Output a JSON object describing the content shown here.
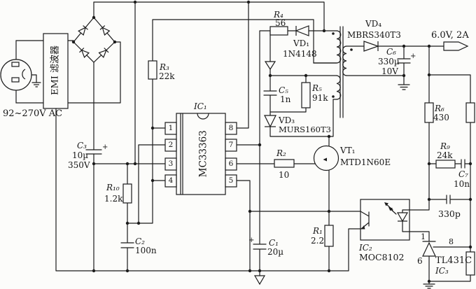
{
  "source": {
    "ac_input": "92~270V AC"
  },
  "emi_filter": {
    "label": "EMI 滤波器"
  },
  "ic1": {
    "ref": "IC₁",
    "part": "MC33363",
    "pins": [
      "1",
      "2",
      "3",
      "4",
      "5",
      "6",
      "7",
      "8"
    ]
  },
  "ic2": {
    "ref": "IC₂",
    "part": "MOC8102"
  },
  "ic3": {
    "ref": "IC₃",
    "part": "TL431C",
    "pin_cathode": "1",
    "pin_ref": "8",
    "pin_anode": "6"
  },
  "output": {
    "label": "6.0V, 2A"
  },
  "components": {
    "r1": {
      "ref": "R₁",
      "value": "2.2"
    },
    "r2": {
      "ref": "R₂",
      "value": "10"
    },
    "r3": {
      "ref": "R₃",
      "value": "22k"
    },
    "r4": {
      "ref": "R₄",
      "value": "56"
    },
    "r5": {
      "ref": "R₅",
      "value": "91k"
    },
    "r6": {
      "ref": "R₆",
      "value": "430"
    },
    "r9": {
      "ref": "R₉",
      "value": "24k"
    },
    "r10": {
      "ref": "R₁₀",
      "value": "1.2k"
    },
    "c1": {
      "ref": "C₁",
      "value": "20µ",
      "polarity": "+"
    },
    "c2": {
      "ref": "C₂",
      "value": "100n"
    },
    "c3": {
      "ref": "C₃",
      "value": "10µ",
      "voltage": "350V",
      "polarity": "+"
    },
    "c5": {
      "ref": "C₅",
      "value": "1n"
    },
    "c6": {
      "ref": "C₆",
      "value": "330µ",
      "voltage": "10V",
      "polarity": "+"
    },
    "c7": {
      "ref": "C₇",
      "value": "10n"
    },
    "c8": {
      "value": "330p"
    },
    "vd1": {
      "ref": "VD₁",
      "part": "1N4148"
    },
    "vd3": {
      "ref": "VD₃",
      "part": "MURS160T3"
    },
    "vd4": {
      "ref": "VD₄",
      "part": "MBRS340T3"
    },
    "vt1": {
      "ref": "VT₁",
      "part": "MTD1N60E"
    }
  }
}
